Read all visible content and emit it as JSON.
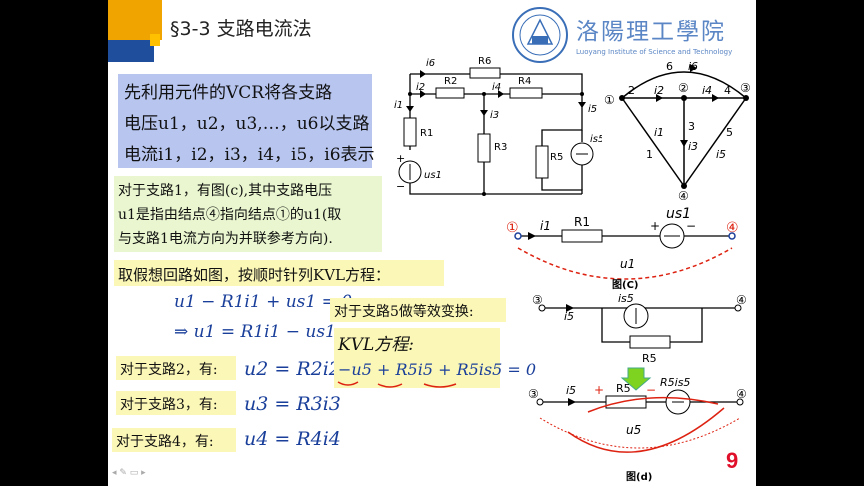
{
  "slide": {
    "title": "§3-3  支路电流法",
    "page_number": "9",
    "logo": {
      "cn": "洛陽理工學院",
      "en": "Luoyang Institute of Science and Technology"
    }
  },
  "intro_box": {
    "line1": "先利用元件的VCR将各支路",
    "line2": "电压u1，u2，u3,…，u6以支路",
    "line3": "电流i1，i2，i3，i4，i5，i6表示"
  },
  "branch1_note": {
    "line1": "对于支路1，有图(c),其中支路电压",
    "line2": "u1是指由结点④指向结点①的u1(取",
    "line3": "与支路1电流方向为并联参考方向)."
  },
  "loop_note": "取假想回路如图，按顺时针列KVL方程：",
  "eq1": "u1 − R1i1 + us1 = 0",
  "eq2": "⇒ u1 = R1i1 − us1",
  "branch2": {
    "label": "对于支路2，有:",
    "eq": "u2 = R2i2"
  },
  "branch3": {
    "label": "对于支路3，有:",
    "eq": "u3 = R3i3"
  },
  "branch4": {
    "label": "对于支路4，有:",
    "eq": "u4 = R4i4"
  },
  "branch5_note": "对于支路5做等效变换:",
  "kvl": {
    "label": "KVL方程:",
    "eq": "−u5 + R5i5 + R5is5 = 0"
  },
  "circuit_labels": {
    "i6": "i6",
    "R6": "R6",
    "i2": "i2",
    "R2": "R2",
    "i4": "i4",
    "R4": "R4",
    "i1": "i1",
    "R1": "R1",
    "i3": "i3",
    "R3": "R3",
    "i5": "i5",
    "is5": "is5",
    "R5": "R5",
    "us1": "us1",
    "plus": "+",
    "minus": "−"
  },
  "graph_labels": {
    "n1": "1",
    "n2": "2",
    "n3": "3",
    "n4": "4",
    "n5": "5",
    "n6": "6",
    "i1": "i1",
    "i2": "i2",
    "i3": "i3",
    "i4": "i4",
    "i5": "i5",
    "i6": "i6",
    "node1": "①",
    "node2": "②",
    "node3": "③",
    "node4": "④"
  },
  "fig_c": {
    "caption": "图(C)",
    "node_left": "①",
    "node_right": "④",
    "i1": "i1",
    "R1": "R1",
    "us1": "us1",
    "u1": "u1",
    "plus": "+",
    "minus": "−"
  },
  "fig_branch5": {
    "node_left": "③",
    "node_right": "④",
    "i5": "i5",
    "is5": "is5",
    "R5": "R5"
  },
  "fig_d": {
    "caption": "图(d)",
    "node_left": "③",
    "node_right": "④",
    "i5": "i5",
    "R5": "R5",
    "R5is5": "R5is5",
    "u5": "u5",
    "plus": "+",
    "minus": "−"
  }
}
